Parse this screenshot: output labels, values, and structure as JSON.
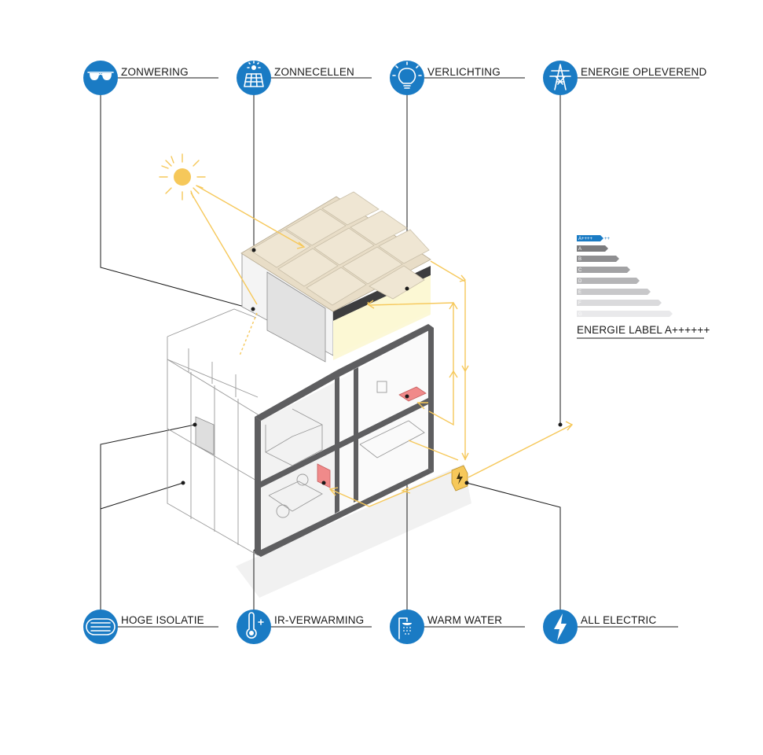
{
  "labels": {
    "zonwering": "ZONWERING",
    "zonnecellen": "ZONNECELLEN",
    "verlichting": "VERLICHTING",
    "energie_opleverend": "ENERGIE OPLEVEREND",
    "hoge_isolatie": "HOGE ISOLATIE",
    "ir_verwarming": "IR-VERWARMING",
    "warm_water": "WARM WATER",
    "all_electric": "ALL ELECTRIC"
  },
  "energy_label": {
    "caption": "ENERGIE LABEL A++++++",
    "grades": [
      "A++++",
      "A",
      "B",
      "C",
      "D",
      "E",
      "F",
      "G"
    ],
    "selected_suffix": "++"
  },
  "colors": {
    "icon_blue": "#1a7bc4",
    "flow_yellow": "#f6c85a",
    "heater_red": "#f08a8a",
    "wall_gray": "#5e5e60",
    "panel_beige": "#efe6d3"
  },
  "icons": [
    "sunglasses-icon",
    "solar-panel-icon",
    "light-bulb-icon",
    "power-pylon-icon",
    "insulation-roll-icon",
    "thermometer-icon",
    "shower-icon",
    "lightning-icon"
  ]
}
